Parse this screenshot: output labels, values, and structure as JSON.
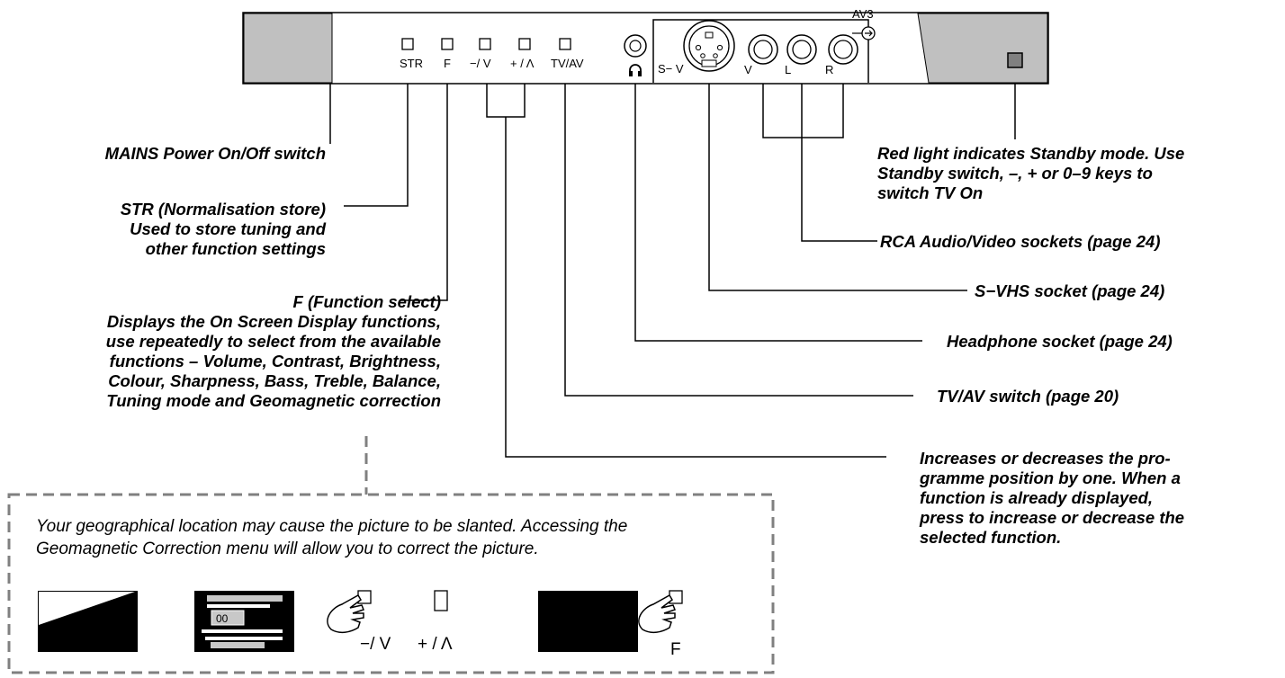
{
  "panel": {
    "buttons": [
      {
        "id": "str",
        "label": "STR"
      },
      {
        "id": "f",
        "label": "F"
      },
      {
        "id": "minus",
        "label": "−/ V"
      },
      {
        "id": "plus",
        "label": "+ / Λ"
      },
      {
        "id": "tvav",
        "label": "TV/AV"
      }
    ],
    "sockets": {
      "svideo_label": "S− V",
      "v_label": "V",
      "l_label": "L",
      "r_label": "R",
      "av_label": "AV3"
    }
  },
  "callouts": {
    "mains": {
      "lines": [
        "MAINS Power On/Off switch"
      ]
    },
    "str": {
      "lines": [
        "STR (Normalisation store)",
        "Used to store tuning and",
        "other function settings"
      ]
    },
    "f": {
      "lines": [
        "F (Function select)",
        "Displays the On Screen Display functions,",
        "use repeatedly to select from the available",
        "functions – Volume, Contrast, Brightness,",
        "Colour, Sharpness, Bass, Treble, Balance,",
        "Tuning mode and Geomagnetic correction"
      ]
    },
    "standby": {
      "lines": [
        "Red light indicates Standby mode. Use",
        "Standby switch, –, + or 0–9 keys to",
        "switch TV On"
      ]
    },
    "rca": {
      "lines": [
        "RCA Audio/Video sockets (page 24)"
      ]
    },
    "svhs": {
      "lines": [
        "S−VHS socket (page 24)"
      ]
    },
    "headphone": {
      "lines": [
        "Headphone socket (page 24)"
      ]
    },
    "tvav": {
      "lines": [
        "TV/AV switch (page 20)"
      ]
    },
    "updown": {
      "lines": [
        "Increases or decreases the pro-",
        "gramme position by one. When a",
        "function is already displayed,",
        "press to increase or decrease the",
        "selected function."
      ]
    }
  },
  "note": {
    "lines": [
      "Your geographical location may cause the picture to be slanted. Accessing the",
      "Geomagnetic Correction menu will allow you to correct the picture."
    ]
  },
  "demo": {
    "osd_value": "00",
    "minus_label": "−/ V",
    "plus_label": "+ / Λ",
    "f_label": "F"
  }
}
